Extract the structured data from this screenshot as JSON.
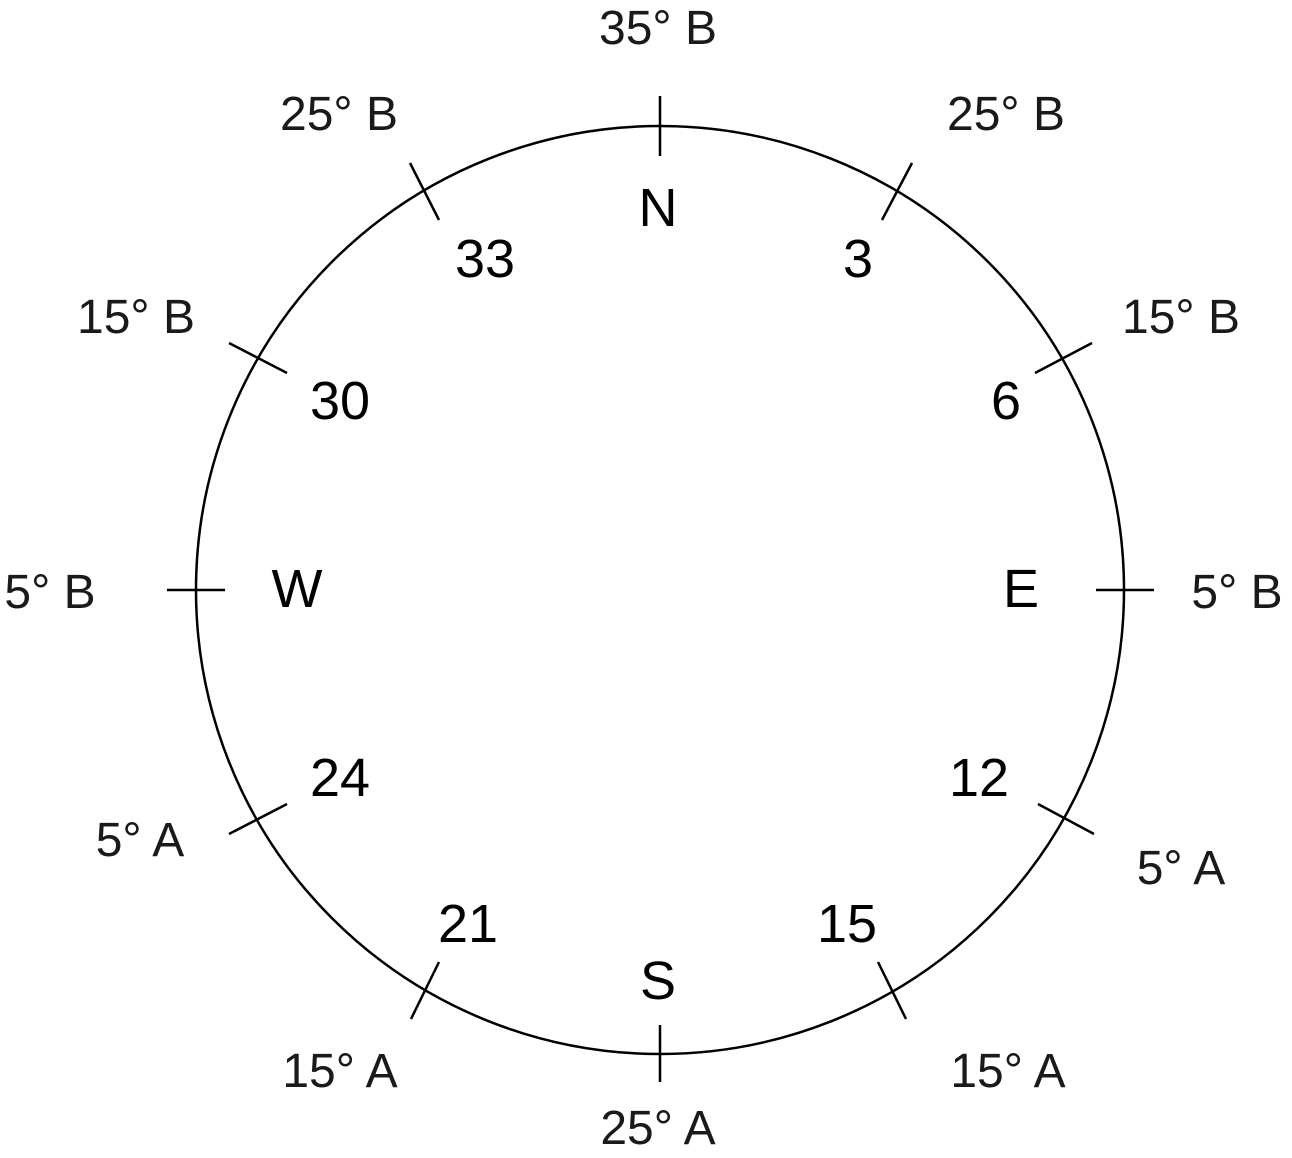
{
  "colors": {
    "ring": "#000000",
    "text": "#000000"
  },
  "compass": {
    "inner_labels": [
      {
        "id": "n",
        "text": "N"
      },
      {
        "id": "3",
        "text": "3"
      },
      {
        "id": "6",
        "text": "6"
      },
      {
        "id": "e",
        "text": "E"
      },
      {
        "id": "12",
        "text": "12"
      },
      {
        "id": "15",
        "text": "15"
      },
      {
        "id": "s",
        "text": "S"
      },
      {
        "id": "21",
        "text": "21"
      },
      {
        "id": "24",
        "text": "24"
      },
      {
        "id": "w",
        "text": "W"
      },
      {
        "id": "30",
        "text": "30"
      },
      {
        "id": "33",
        "text": "33"
      }
    ],
    "outer_labels": [
      {
        "id": "north",
        "text": "35° B"
      },
      {
        "id": "ne",
        "text": "25° B"
      },
      {
        "id": "ene",
        "text": "15° B"
      },
      {
        "id": "east",
        "text": "5° B"
      },
      {
        "id": "ese",
        "text": "5° A"
      },
      {
        "id": "sse",
        "text": "15° A"
      },
      {
        "id": "south",
        "text": "25° A"
      },
      {
        "id": "ssw",
        "text": "15° A"
      },
      {
        "id": "wsw",
        "text": "5° A"
      },
      {
        "id": "west",
        "text": "5° B"
      },
      {
        "id": "wnw",
        "text": "15° B"
      },
      {
        "id": "nw",
        "text": "25° B"
      }
    ]
  }
}
